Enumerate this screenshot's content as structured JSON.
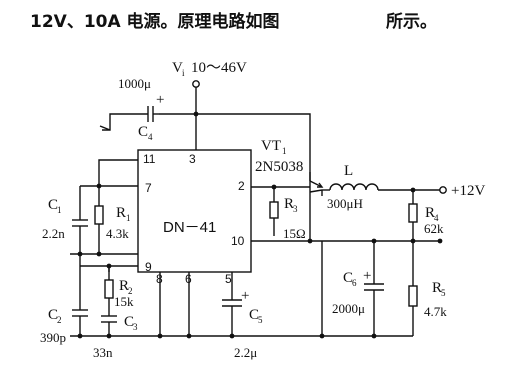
{
  "header": {
    "title_part1": "12V、10A 电源。原理电路如图",
    "title_part2": "所示。"
  },
  "supply": {
    "input_label": "V",
    "input_sub": "i",
    "input_range": "10～46V",
    "output_label": "+12V"
  },
  "chip": {
    "name": "DN－41",
    "pins": {
      "p11": "11",
      "p3": "3",
      "p7": "7",
      "p2": "2",
      "p10": "10",
      "p9": "9",
      "p8": "8",
      "p6": "6",
      "p5": "5"
    }
  },
  "transistor": {
    "name": "VT",
    "sub": "1",
    "part": "2N5038"
  },
  "components": {
    "c4": {
      "value": "1000μ",
      "name": "C",
      "sub": "4"
    },
    "c1": {
      "name": "C",
      "sub": "1",
      "value": "2.2n"
    },
    "r1": {
      "name": "R",
      "sub": "1",
      "value": "4.3k"
    },
    "r3": {
      "name": "R",
      "sub": "3",
      "value": "15Ω"
    },
    "l": {
      "name": "L",
      "value": "300μH"
    },
    "r4": {
      "name": "R",
      "sub": "4",
      "value": "62k"
    },
    "c6": {
      "name": "C",
      "sub": "6",
      "value": "2000μ"
    },
    "r5": {
      "name": "R",
      "sub": "5",
      "value": "4.7k"
    },
    "r2": {
      "name": "R",
      "sub": "2",
      "value": "15k"
    },
    "c2": {
      "name": "C",
      "sub": "2",
      "value": "390p"
    },
    "c3": {
      "name": "C",
      "sub": "3",
      "value": "33n"
    },
    "c5": {
      "name": "C",
      "sub": "5",
      "value": "2.2μ"
    }
  },
  "symbols": {
    "plus": "+"
  }
}
